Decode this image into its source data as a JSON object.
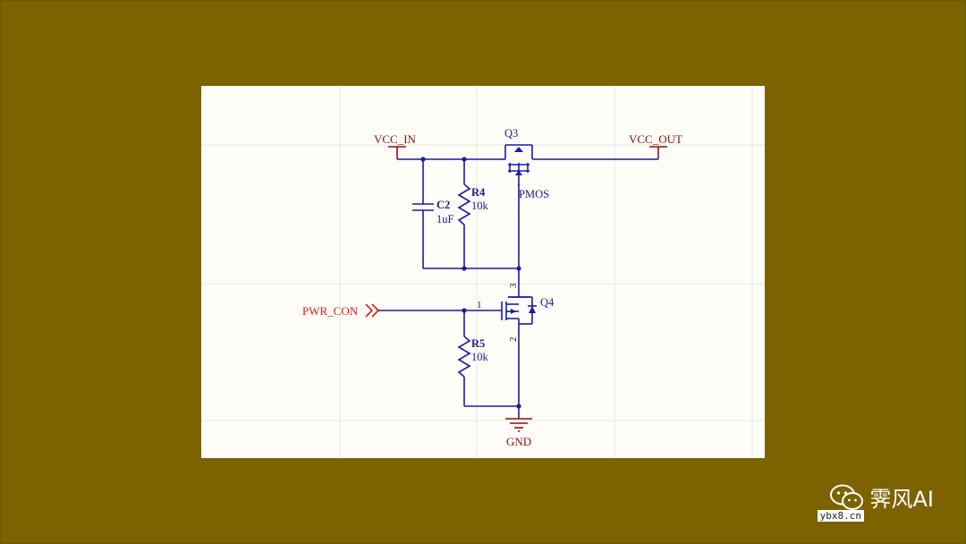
{
  "schematic": {
    "nets": {
      "vcc_in": "VCC_IN",
      "vcc_out": "VCC_OUT",
      "pwr_con": "PWR_CON",
      "gnd": "GND"
    },
    "components": {
      "q3": {
        "designator": "Q3",
        "value": "PMOS"
      },
      "q4": {
        "designator": "Q4"
      },
      "r4": {
        "designator": "R4",
        "value": "10k"
      },
      "c2": {
        "designator": "C2",
        "value": "1uF"
      },
      "r5": {
        "designator": "R5",
        "value": "10k"
      }
    },
    "pins": {
      "q4_gate": "1",
      "q4_drain": "3",
      "q4_source": "2"
    }
  },
  "watermark": {
    "name": "霁风AI",
    "url": "ybx8.cn",
    "icon": "wechat-icon"
  },
  "colors": {
    "background": "#7d6200",
    "sheet": "#fffdf8",
    "wire": "#1a1aa8",
    "net_label": "#8a1010",
    "port": "#e01818"
  }
}
